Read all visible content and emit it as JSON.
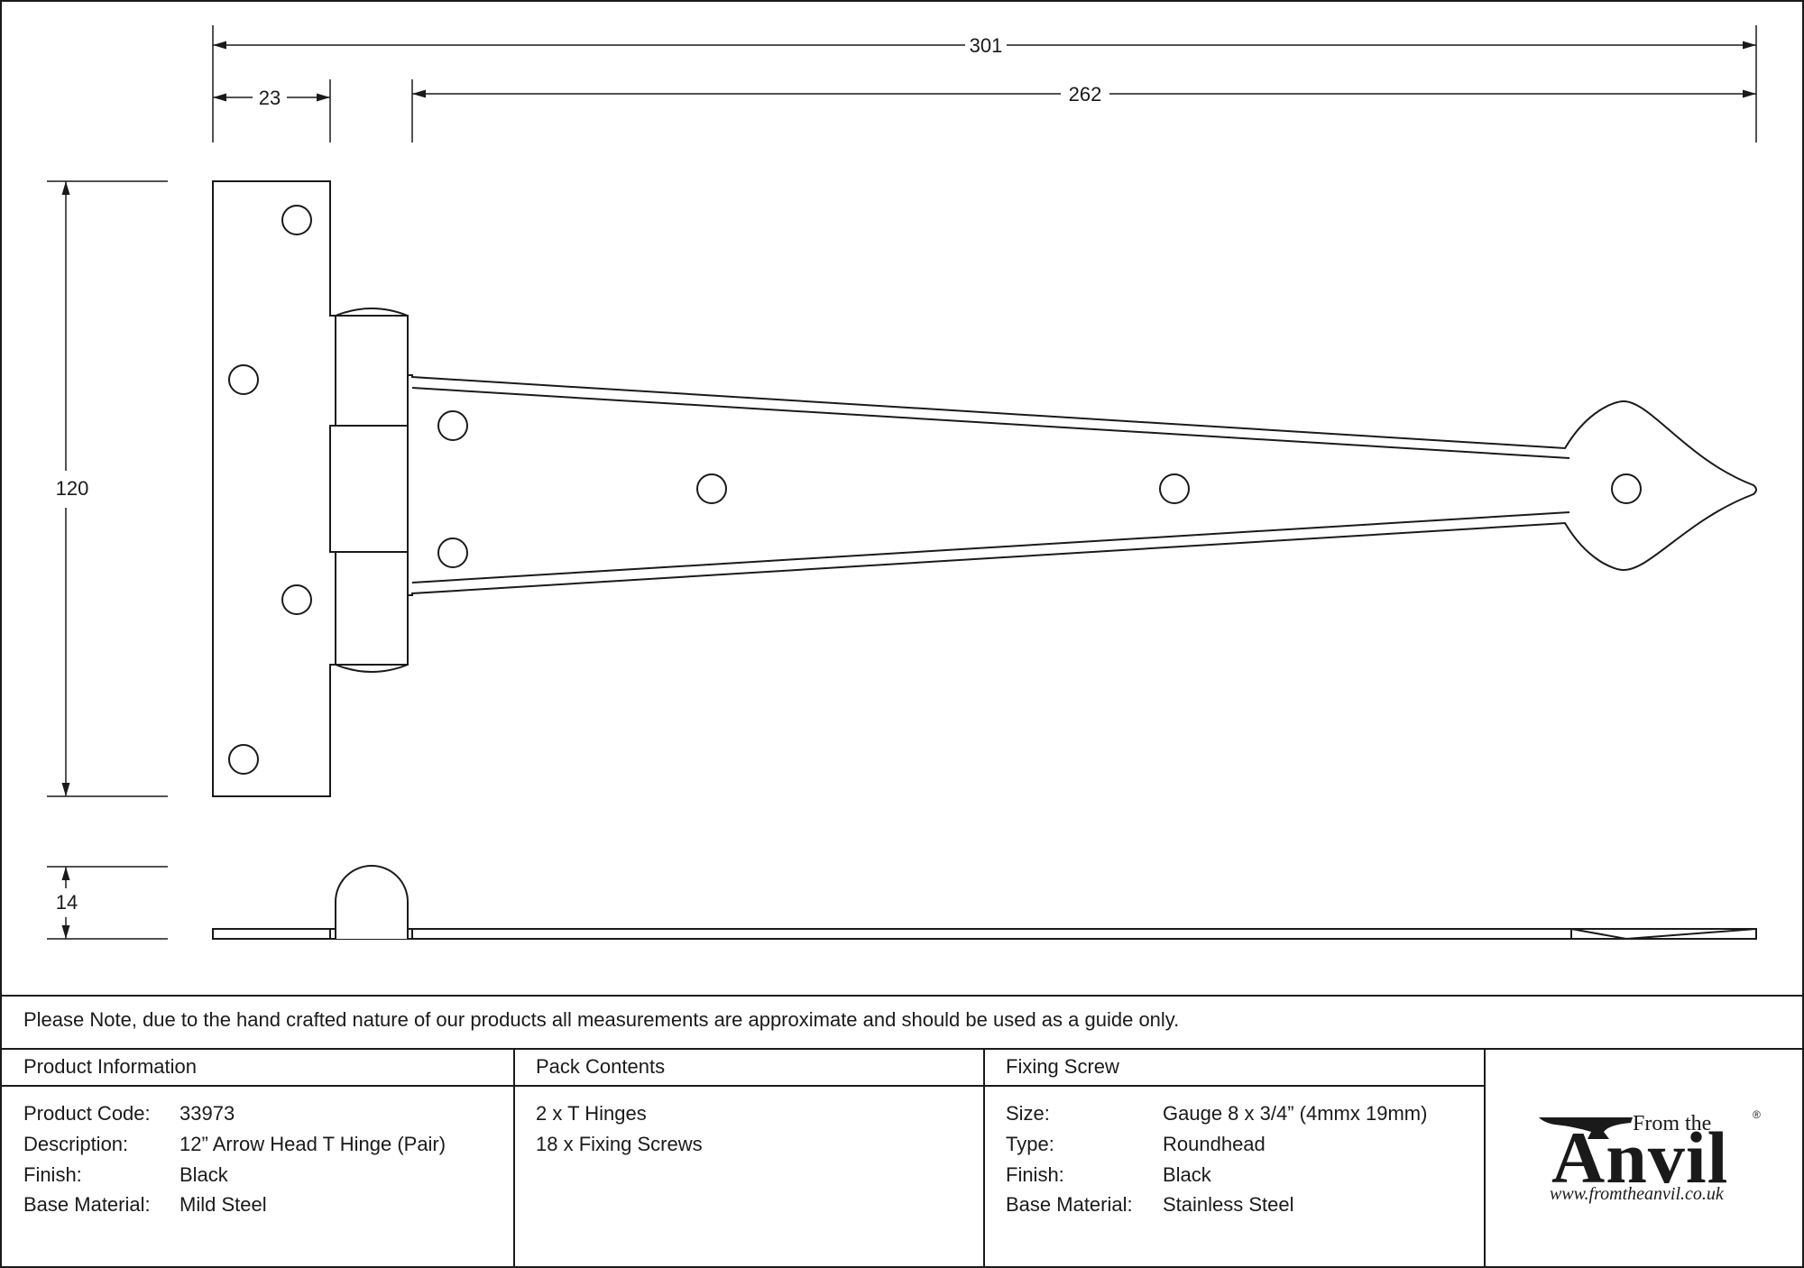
{
  "dimensions": {
    "overall_length": "301",
    "leaf_length": "262",
    "strap_width": "23",
    "height": "120",
    "thickness": "14"
  },
  "note": "Please Note, due to the hand crafted nature of our products all measurements are approximate and should be used as a guide only.",
  "product_info": {
    "heading": "Product Information",
    "rows": [
      {
        "label": "Product Code:",
        "value": "33973"
      },
      {
        "label": "Description:",
        "value": "12” Arrow Head T Hinge (Pair)"
      },
      {
        "label": "Finish:",
        "value": "Black"
      },
      {
        "label": "Base Material:",
        "value": "Mild Steel"
      }
    ]
  },
  "pack_contents": {
    "heading": "Pack Contents",
    "items": [
      "2 x T Hinges",
      "18 x Fixing Screws"
    ]
  },
  "fixing_screw": {
    "heading": "Fixing Screw",
    "rows": [
      {
        "label": "Size:",
        "value": "Gauge 8 x 3/4” (4mmx 19mm)"
      },
      {
        "label": "Type:",
        "value": "Roundhead"
      },
      {
        "label": "Finish:",
        "value": "Black"
      },
      {
        "label": "Base Material:",
        "value": "Stainless Steel"
      }
    ]
  },
  "logo": {
    "from_the": "From the",
    "brand": "Anvil",
    "registered": "®",
    "url": "www.fromtheanvil.co.uk"
  },
  "colors": {
    "line": "#1a1a1a",
    "background": "#ffffff"
  }
}
